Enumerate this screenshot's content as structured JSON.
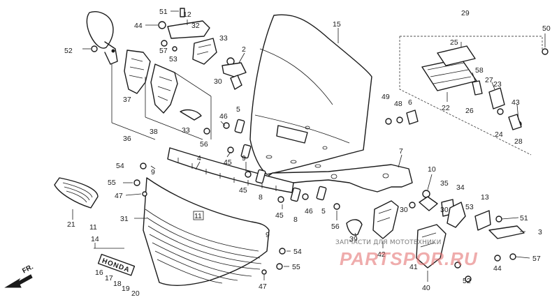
{
  "callouts": [
    {
      "id": "c51a",
      "label": "51"
    },
    {
      "id": "c44a",
      "label": "44"
    },
    {
      "id": "c12",
      "label": "12"
    },
    {
      "id": "c32",
      "label": "32"
    },
    {
      "id": "c33",
      "label": "33"
    },
    {
      "id": "c57a",
      "label": "57"
    },
    {
      "id": "c53a",
      "label": "53"
    },
    {
      "id": "c52a",
      "label": "52"
    },
    {
      "id": "c2",
      "label": "2"
    },
    {
      "id": "c30a",
      "label": "30"
    },
    {
      "id": "c37",
      "label": "37"
    },
    {
      "id": "c36",
      "label": "36"
    },
    {
      "id": "c38",
      "label": "38"
    },
    {
      "id": "c33b",
      "label": "33"
    },
    {
      "id": "c56a",
      "label": "56"
    },
    {
      "id": "c15",
      "label": "15"
    },
    {
      "id": "c46a",
      "label": "46"
    },
    {
      "id": "c5a",
      "label": "5"
    },
    {
      "id": "c45a",
      "label": "45"
    },
    {
      "id": "c9a",
      "label": "9"
    },
    {
      "id": "c45b",
      "label": "45"
    },
    {
      "id": "c8a",
      "label": "8"
    },
    {
      "id": "c4",
      "label": "4"
    },
    {
      "id": "c54a",
      "label": "54"
    },
    {
      "id": "c9b",
      "label": "9"
    },
    {
      "id": "c55a",
      "label": "55"
    },
    {
      "id": "c47a",
      "label": "47"
    },
    {
      "id": "c21",
      "label": "21"
    },
    {
      "id": "c31",
      "label": "31"
    },
    {
      "id": "c11a",
      "label": "11"
    },
    {
      "id": "c11b",
      "label": "11"
    },
    {
      "id": "c14",
      "label": "14"
    },
    {
      "id": "c16",
      "label": "16"
    },
    {
      "id": "c17",
      "label": "17"
    },
    {
      "id": "c18",
      "label": "18"
    },
    {
      "id": "c19",
      "label": "19"
    },
    {
      "id": "c20",
      "label": "20"
    },
    {
      "id": "c9c",
      "label": "9"
    },
    {
      "id": "c54b",
      "label": "54"
    },
    {
      "id": "c55b",
      "label": "55"
    },
    {
      "id": "c47b",
      "label": "47"
    },
    {
      "id": "c45c",
      "label": "45"
    },
    {
      "id": "c8b",
      "label": "8"
    },
    {
      "id": "c46b",
      "label": "46"
    },
    {
      "id": "c5b",
      "label": "5"
    },
    {
      "id": "c56b",
      "label": "56"
    },
    {
      "id": "c39",
      "label": "39"
    },
    {
      "id": "c42",
      "label": "42"
    },
    {
      "id": "c30b",
      "label": "30"
    },
    {
      "id": "c7",
      "label": "7"
    },
    {
      "id": "c10",
      "label": "10"
    },
    {
      "id": "c35",
      "label": "35"
    },
    {
      "id": "c34",
      "label": "34"
    },
    {
      "id": "c13",
      "label": "13"
    },
    {
      "id": "c30c",
      "label": "30"
    },
    {
      "id": "c53b",
      "label": "53"
    },
    {
      "id": "c51b",
      "label": "51"
    },
    {
      "id": "c3",
      "label": "3"
    },
    {
      "id": "c41",
      "label": "41"
    },
    {
      "id": "c40",
      "label": "40"
    },
    {
      "id": "c52b",
      "label": "52"
    },
    {
      "id": "c44b",
      "label": "44"
    },
    {
      "id": "c57b",
      "label": "57"
    },
    {
      "id": "c29",
      "label": "29"
    },
    {
      "id": "c25",
      "label": "25"
    },
    {
      "id": "c58",
      "label": "58"
    },
    {
      "id": "c27",
      "label": "27"
    },
    {
      "id": "c23",
      "label": "23"
    },
    {
      "id": "c49",
      "label": "49"
    },
    {
      "id": "c48",
      "label": "48"
    },
    {
      "id": "c6",
      "label": "6"
    },
    {
      "id": "c22",
      "label": "22"
    },
    {
      "id": "c26",
      "label": "26"
    },
    {
      "id": "c43",
      "label": "43"
    },
    {
      "id": "c24",
      "label": "24"
    },
    {
      "id": "c28",
      "label": "28"
    },
    {
      "id": "c50",
      "label": "50"
    }
  ],
  "emblem_text": "HONDA",
  "direction_label": "FR.",
  "watermark": {
    "line": "ЗАПЧАСТИ ДЛЯ МОТОТЕХНИКИ",
    "logo": "PARTSPOR.RU"
  }
}
